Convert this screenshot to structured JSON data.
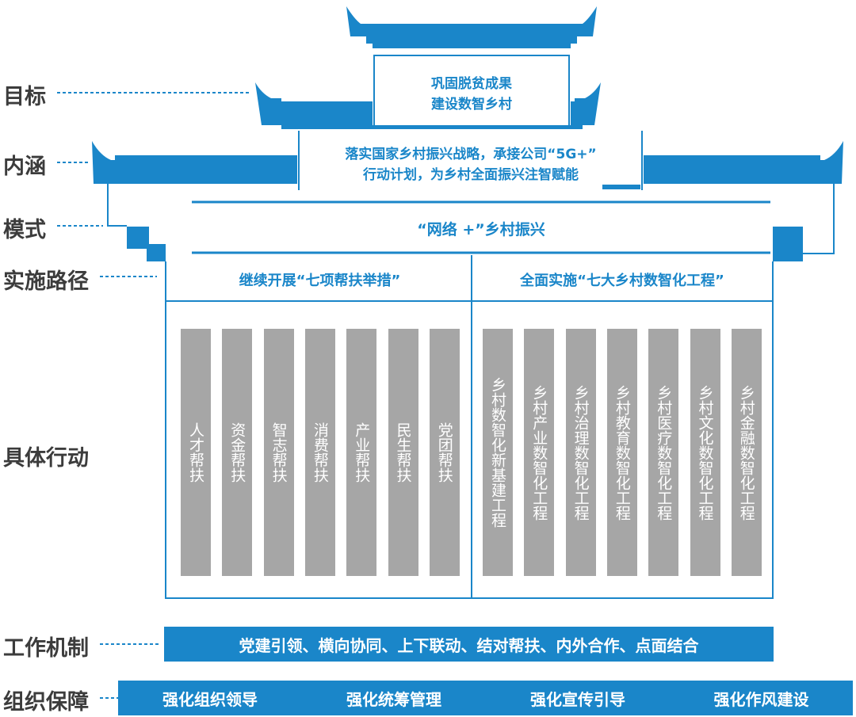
{
  "left_labels": {
    "goal": "目标",
    "connotation": "内涵",
    "mode": "模式",
    "path": "实施路径",
    "actions": "具体行动",
    "mechanism": "工作机制",
    "guarantee": "组织保障"
  },
  "roof_top": {
    "line1": "巩固脱贫成果",
    "line2": "建设数智乡村"
  },
  "roof_middle": {
    "line1": "落实国家乡村振兴战略，承接公司“5G+”",
    "line2": "行动计划，为乡村全面振兴注智赋能"
  },
  "mode_text": "“网络 +”乡村振兴",
  "paths": {
    "left": "继续开展“七项帮扶举措”",
    "right": "全面实施“七大乡村数智化工程”"
  },
  "left_pillars": [
    "人才帮扶",
    "资金帮扶",
    "智志帮扶",
    "消费帮扶",
    "产业帮扶",
    "民生帮扶",
    "党团帮扶"
  ],
  "right_pillars": [
    "乡村数智化新基建工程",
    "乡村产业数智化工程",
    "乡村治理数智化工程",
    "乡村教育数智化工程",
    "乡村医疗数智化工程",
    "乡村文化数智化工程",
    "乡村金融数智化工程"
  ],
  "mechanism_text": "党建引领、横向协同、上下联动、结对帮扶、内外合作、点面结合",
  "guarantees": [
    "强化组织领导",
    "强化统筹管理",
    "强化宣传引导",
    "强化作风建设"
  ],
  "colors": {
    "accent": "#1a86c9",
    "pillar": "#a6a6a6",
    "label": "#3c3c3c"
  }
}
